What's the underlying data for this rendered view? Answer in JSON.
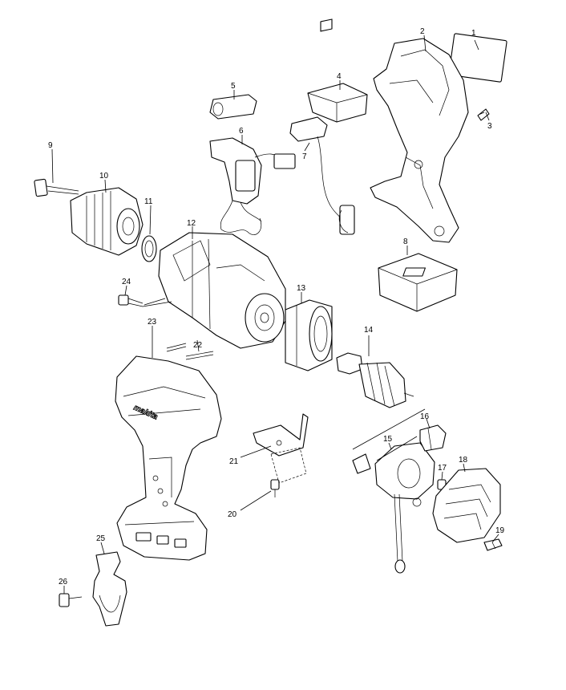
{
  "labels": {
    "p1": "1",
    "p2": "2",
    "p3": "3",
    "p4": "4",
    "p5": "5",
    "p6": "6",
    "p7": "7",
    "p8": "8",
    "p9": "9",
    "p10": "10",
    "p11": "11",
    "p12": "12",
    "p13": "13",
    "p14": "14",
    "p15": "15",
    "p16": "16",
    "p17": "17",
    "p18": "18",
    "p19": "19",
    "p20": "20",
    "p21": "21",
    "p22": "22",
    "p23": "23",
    "p24": "24",
    "p25": "25",
    "p26": "26"
  },
  "housing_logo": "makita"
}
